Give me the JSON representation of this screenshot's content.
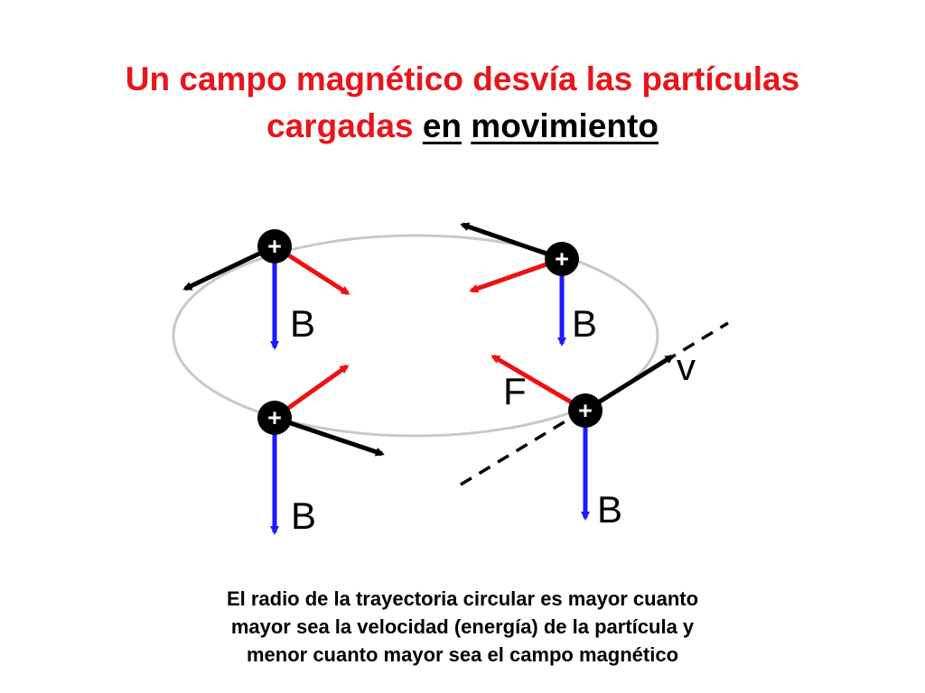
{
  "title": {
    "line1": "Un campo magnético desvía las partículas",
    "line2_start": "cargadas",
    "line2_underlined_1": "en",
    "line2_underlined_2": "movimiento"
  },
  "diagram": {
    "particle_symbol": "+",
    "field_label": "B",
    "force_label": "F",
    "velocity_label": "v",
    "colors": {
      "field_arrow": "#1a1aff",
      "force_arrow": "#ee1111",
      "velocity_arrow": "#000000",
      "orbit": "#c8c8c8",
      "particle": "#000000",
      "title": "#e8151b"
    }
  },
  "caption": {
    "line1": "El radio de la trayectoria circular es mayor cuanto",
    "line2": "mayor sea la velocidad (energía) de la partícula y",
    "line3": "menor cuanto mayor sea el campo magnético"
  }
}
